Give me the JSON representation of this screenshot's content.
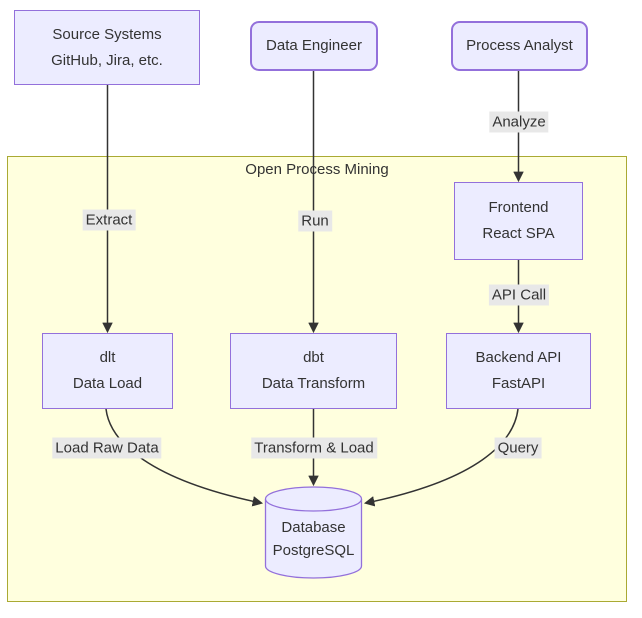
{
  "diagram": {
    "container": {
      "title": "Open Process Mining"
    },
    "nodes": {
      "source": {
        "line1": "Source Systems",
        "line2": "GitHub, Jira, etc."
      },
      "data_engineer": {
        "label": "Data Engineer"
      },
      "process_analyst": {
        "label": "Process Analyst"
      },
      "frontend": {
        "line1": "Frontend",
        "line2": "React SPA"
      },
      "dlt": {
        "line1": "dlt",
        "line2": "Data Load"
      },
      "dbt": {
        "line1": "dbt",
        "line2": "Data Transform"
      },
      "backend": {
        "line1": "Backend API",
        "line2": "FastAPI"
      },
      "database": {
        "line1": "Database",
        "line2": "PostgreSQL"
      }
    },
    "edge_labels": {
      "analyze": "Analyze",
      "extract": "Extract",
      "run": "Run",
      "api_call": "API Call",
      "load_raw_data": "Load Raw Data",
      "transform_and_load": "Transform & Load",
      "query": "Query"
    },
    "colors": {
      "node_fill": "#ECECFF",
      "node_border": "#9370DB",
      "container_fill": "#FFFFDE",
      "container_border": "#AAAA33",
      "edge_stroke": "#333333",
      "edge_label_bg": "#E8E8E8",
      "text": "#333333",
      "page_bg": "#FFFFFF"
    }
  }
}
